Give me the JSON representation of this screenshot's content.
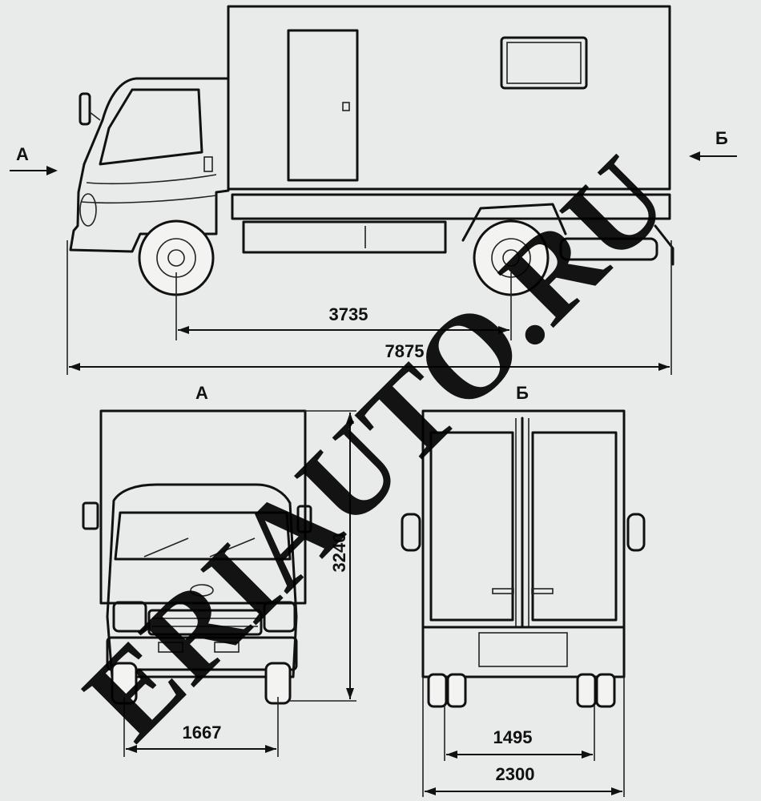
{
  "views": {
    "front_marker": "А",
    "rear_marker": "Б",
    "front_view_label": "А",
    "rear_view_label": "Б"
  },
  "dimensions": {
    "wheelbase": "3735",
    "overall_length": "7875",
    "overall_height": "3240",
    "front_track": "1667",
    "rear_track": "1495",
    "overall_width": "2300"
  },
  "watermark": {
    "text": "ERIAUTO.RU",
    "color": "#000000"
  }
}
